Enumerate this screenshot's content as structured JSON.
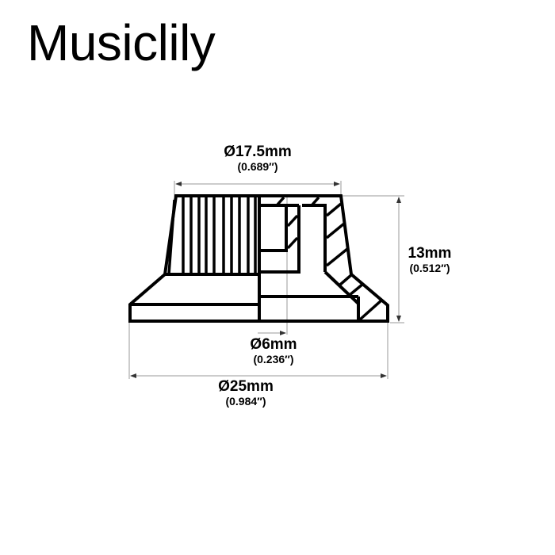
{
  "brand": {
    "name": "Musiclily"
  },
  "diagram": {
    "title": "Knob cross-section technical drawing",
    "stroke_color": "#000000",
    "dimension_line_color": "#999999",
    "dimensions": {
      "top_diameter": {
        "mm": "Ø17.5mm",
        "inch": "(0.689″)"
      },
      "height": {
        "mm": "13mm",
        "inch": "(0.512″)"
      },
      "shaft_diameter": {
        "mm": "Ø6mm",
        "inch": "(0.236″)"
      },
      "base_diameter": {
        "mm": "Ø25mm",
        "inch": "(0.984″)"
      }
    }
  }
}
